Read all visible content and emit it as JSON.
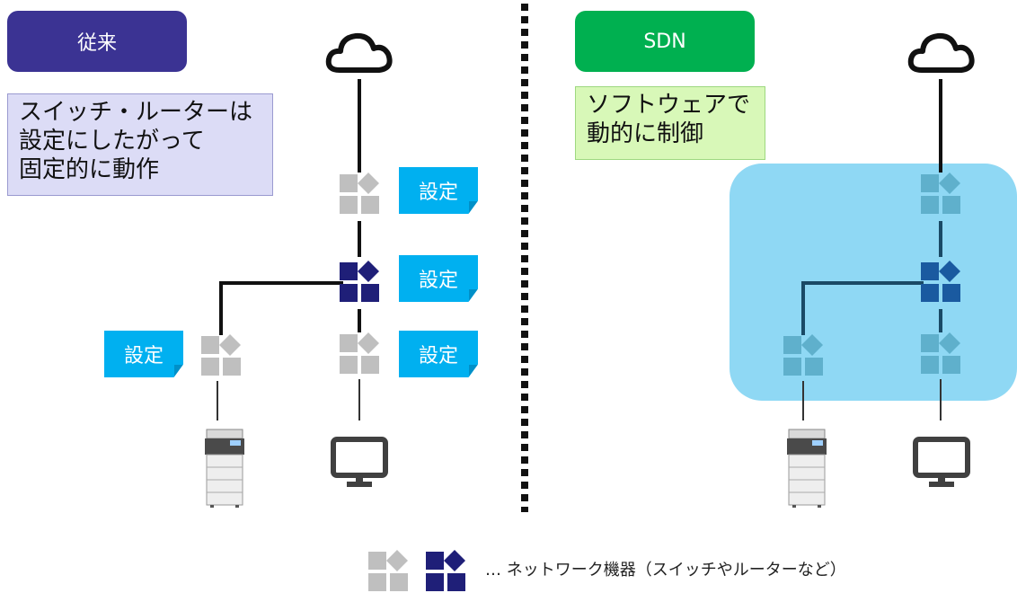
{
  "traditional": {
    "header": "従来",
    "note": [
      "スイッチ・ルーターは",
      "設定にしたがって",
      "固定的に動作"
    ],
    "setting_label": "設定"
  },
  "sdn": {
    "header": "SDN",
    "note": [
      "ソフトウェアで",
      "動的に制御"
    ]
  },
  "legend": {
    "text": "… ネットワーク機器（スイッチやルーターなど）"
  },
  "colors": {
    "header_traditional": "#3b3393",
    "header_sdn": "#00b050",
    "note_traditional_bg": "#dcdcf6",
    "note_sdn_bg": "#d8f8b8",
    "setting_tag": "#00b0f0",
    "device_gray": "#bfbfbf",
    "device_navy": "#1f1f78",
    "sdn_area": "#8fd8f4"
  },
  "icons": [
    "cloud-icon",
    "network-device-icon",
    "printer-icon",
    "monitor-icon"
  ]
}
